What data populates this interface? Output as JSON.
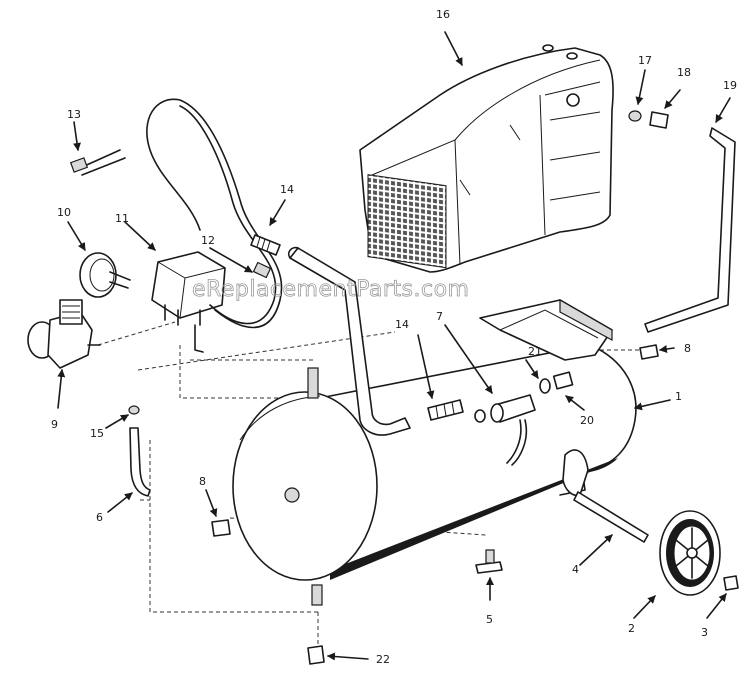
{
  "watermark": "eReplacementParts.com",
  "callouts": [
    {
      "label": "1"
    },
    {
      "label": "2"
    },
    {
      "label": "3"
    },
    {
      "label": "4"
    },
    {
      "label": "5"
    },
    {
      "label": "6"
    },
    {
      "label": "7"
    },
    {
      "label": "8"
    },
    {
      "label": "8"
    },
    {
      "label": "9"
    },
    {
      "label": "10"
    },
    {
      "label": "11"
    },
    {
      "label": "12"
    },
    {
      "label": "13"
    },
    {
      "label": "14"
    },
    {
      "label": "14"
    },
    {
      "label": "15"
    },
    {
      "label": "16"
    },
    {
      "label": "17"
    },
    {
      "label": "18"
    },
    {
      "label": "19"
    },
    {
      "label": "20"
    },
    {
      "label": "21"
    },
    {
      "label": "22"
    }
  ]
}
